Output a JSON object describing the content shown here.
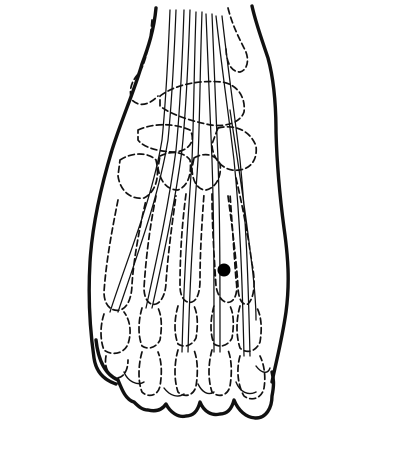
{
  "figure": {
    "subject": "foot-dorsum-diagram",
    "background_color": "#ffffff",
    "ink_color": "#111111",
    "marker_color": "#000000",
    "marked_points": 1,
    "toes": 5
  }
}
